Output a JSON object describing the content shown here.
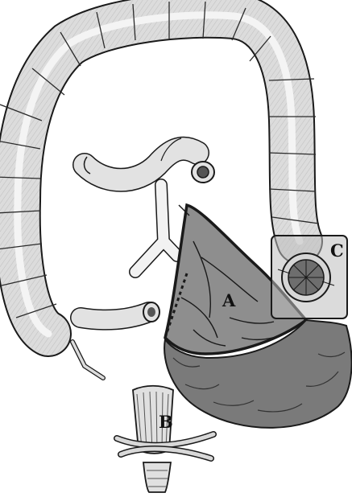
{
  "labels": {
    "a": "A",
    "b": "B",
    "c": "C"
  },
  "colors": {
    "background": "#ffffff",
    "ink": "#1a1a1a",
    "colon_fill": "#dcdcdc",
    "colon_shade": "#a9a9a9",
    "highlight_fill": "#8e8e8e",
    "highlight_dark": "#6e6e6e",
    "inset_box": "#bdbdbd"
  }
}
